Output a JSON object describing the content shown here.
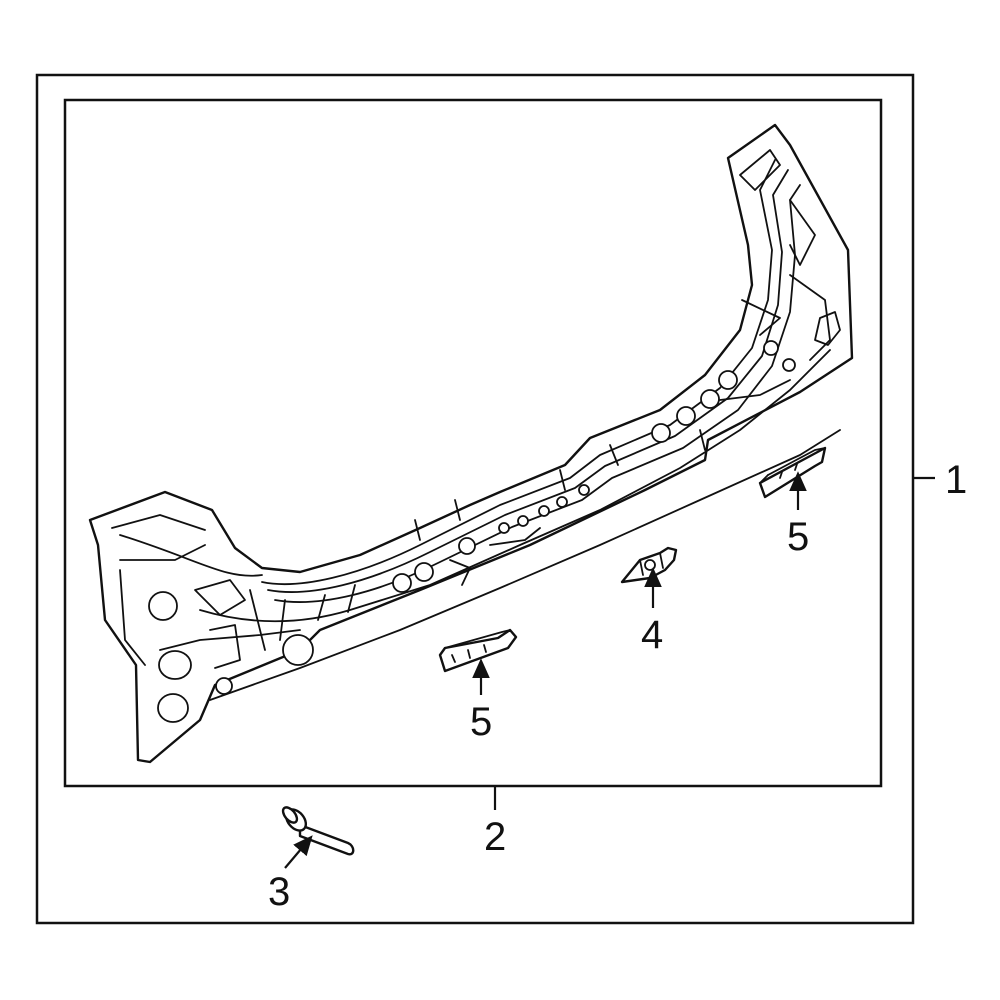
{
  "callouts": {
    "c1": "1",
    "c2": "2",
    "c3": "3",
    "c4": "4",
    "c5a": "5",
    "c5b": "5"
  },
  "icons": {
    "rear_panel": "rear-body-panel-icon",
    "bracket_large": "reinforcement-bracket-icon",
    "bracket_small": "mounting-bracket-icon",
    "stud": "stud-bolt-icon",
    "arrow": "arrow-up-icon"
  },
  "colors": {
    "line": "#111111",
    "background": "#ffffff"
  }
}
